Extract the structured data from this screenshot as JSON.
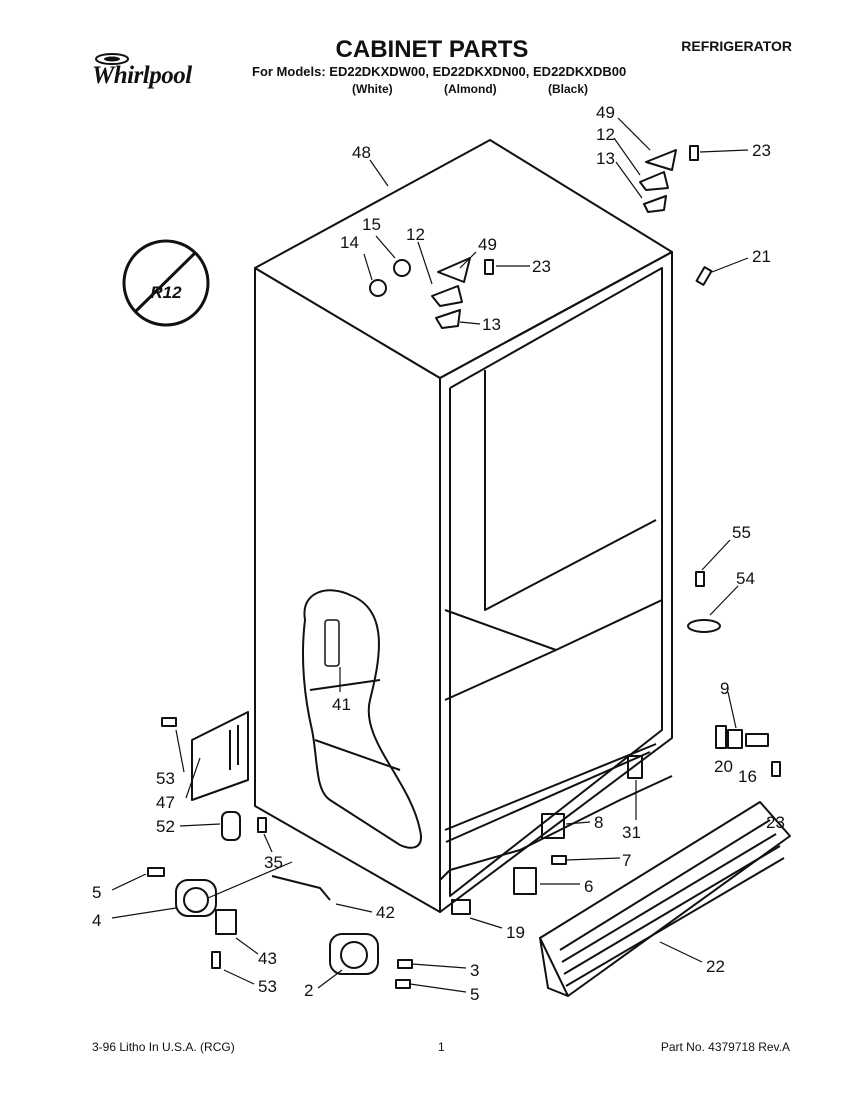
{
  "header": {
    "brand": "Whirlpool",
    "title": "CABINET PARTS",
    "doc_type": "REFRIGERATOR",
    "models_line": "For Models: ED22DKXDW00, ED22DKXDN00, ED22DKXDB00",
    "colors": [
      "(White)",
      "(Almond)",
      "(Black)"
    ]
  },
  "refrigerant_badge": "R12",
  "callouts": [
    "48",
    "15",
    "12",
    "49",
    "14",
    "23",
    "13",
    "49",
    "12",
    "13",
    "23",
    "21",
    "55",
    "54",
    "41",
    "9",
    "53",
    "47",
    "20",
    "16",
    "23",
    "52",
    "35",
    "8",
    "31",
    "7",
    "5",
    "6",
    "4",
    "42",
    "19",
    "43",
    "3",
    "22",
    "2",
    "53",
    "5"
  ],
  "footer": {
    "left": "3-96 Litho In U.S.A. (RCG)",
    "page": "1",
    "right": "Part No. 4379718 Rev.A"
  }
}
